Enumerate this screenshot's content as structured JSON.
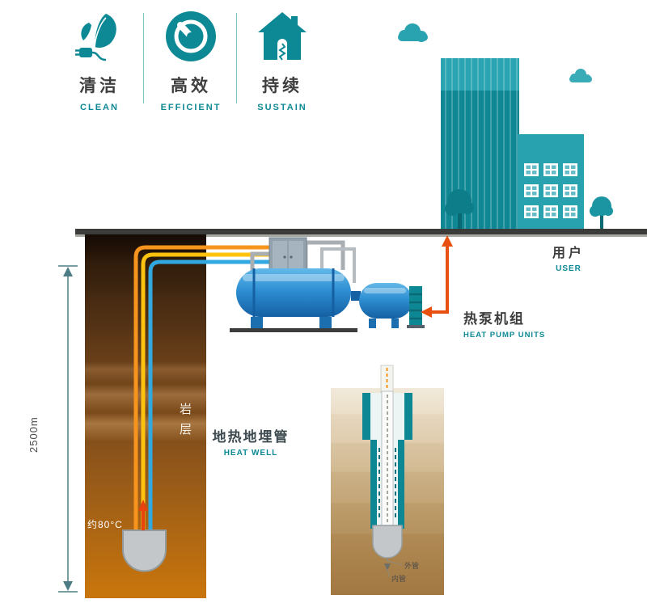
{
  "features": [
    {
      "zh": "清洁",
      "en": "CLEAN",
      "icon": "leaf-plug-icon"
    },
    {
      "zh": "高效",
      "en": "EFFICIENT",
      "icon": "gauge-icon"
    },
    {
      "zh": "持续",
      "en": "SUSTAIN",
      "icon": "house-icon"
    }
  ],
  "scene": {
    "user": {
      "zh": "用户",
      "en": "USER"
    },
    "heat_pump": {
      "zh": "热泵机组",
      "en": "HEAT PUMP UNITS"
    },
    "heat_well": {
      "zh": "地热地埋管",
      "en": "HEAT WELL"
    },
    "rock_layer": "岩层",
    "depth": "2500m",
    "temperature": "约80°C"
  },
  "inset": {
    "outer_pipe": "外管",
    "inner_pipe": "内管"
  },
  "colors": {
    "teal": "#0d8995",
    "teal_building": "#0f8894",
    "teal_building_light": "#29a2af",
    "pipe_orange": "#f7941d",
    "pipe_yellow": "#ffc20e",
    "pipe_blue": "#31a8e0",
    "flow_red": "#e8500f",
    "tank_blue": "#2e8fd2",
    "soil_dark": "#251408",
    "soil_orange": "#c8750c"
  }
}
